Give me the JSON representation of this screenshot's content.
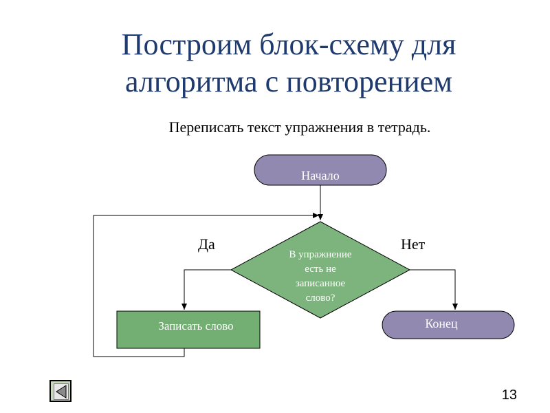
{
  "slide": {
    "title_line1": "Построим блок-схему для",
    "title_line2": "алгоритма с повторением",
    "subtitle": "Переписать текст упражнения в тетрадь.",
    "page_number": "13"
  },
  "flowchart": {
    "start": "Начало",
    "condition": [
      "В упражнение",
      "есть не",
      "записанное",
      "слово?"
    ],
    "yes_label": "Да",
    "no_label": "Нет",
    "action": "Записать слово",
    "end": "Конец"
  },
  "colors": {
    "title": "#1f3a6e",
    "terminal_fill": "#9189b0",
    "decision_fill": "#7db47d",
    "process_fill": "#73ae73",
    "line": "#000000"
  }
}
